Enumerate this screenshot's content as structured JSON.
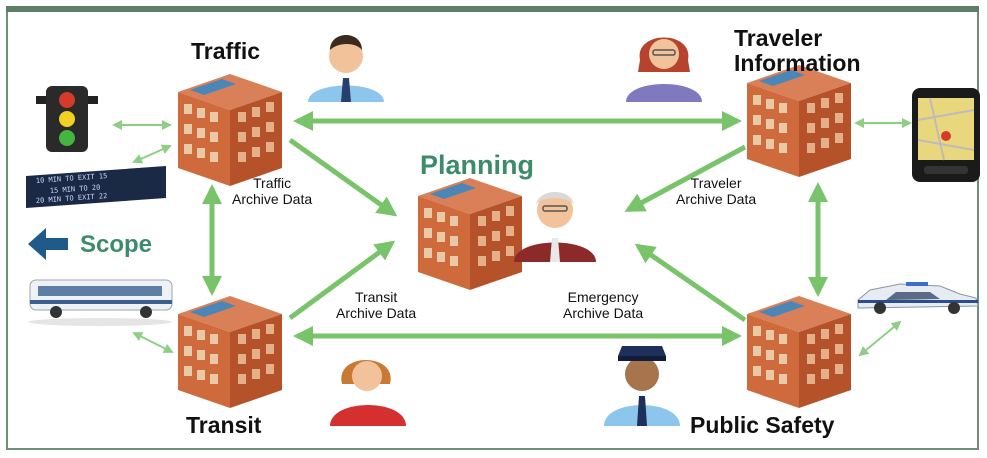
{
  "nodes": {
    "traffic": "Traffic",
    "traveler_line1": "Traveler",
    "traveler_line2": "Information",
    "planning": "Planning",
    "transit": "Transit",
    "public_safety": "Public Safety",
    "scope": "Scope"
  },
  "flows": {
    "traffic_l1": "Traffic",
    "traffic_l2": "Archive Data",
    "traveler_l1": "Traveler",
    "traveler_l2": "Archive Data",
    "transit_l1": "Transit",
    "transit_l2": "Archive Data",
    "emergency_l1": "Emergency",
    "emergency_l2": "Archive Data"
  },
  "sign_lines": [
    "10 MIN TO EXIT 15",
    "15 MIN TO 20",
    "20 MIN TO EXIT 22"
  ],
  "colors": {
    "arrow": "#79c36a",
    "connector": "#8ecf85",
    "building": "#cf6a3c",
    "accent_green": "#3c8c6c",
    "scope_arrow": "#1f5a8a"
  },
  "icons": [
    "traffic-light-icon",
    "message-sign-icon",
    "bus-icon",
    "police-car-icon",
    "smartphone-icon",
    "building-icon",
    "person-icon"
  ]
}
